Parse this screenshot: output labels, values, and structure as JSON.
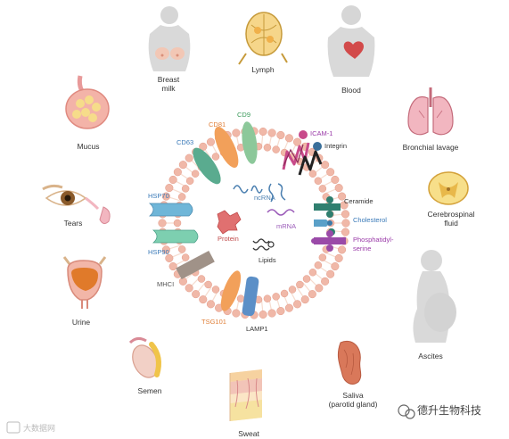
{
  "fluids": {
    "breast_milk_1": "Breast",
    "breast_milk_2": "milk",
    "lymph": "Lymph",
    "blood": "Blood",
    "mucus": "Mucus",
    "bronchial_lavage": "Bronchial lavage",
    "tears": "Tears",
    "cerebrospinal_1": "Cerebrospinal",
    "cerebrospinal_2": "fluid",
    "urine": "Urine",
    "ascites": "Ascites",
    "semen": "Semen",
    "sweat": "Sweat",
    "saliva_1": "Saliva",
    "saliva_2": "(parotid gland)"
  },
  "markers": {
    "cd63": "CD63",
    "cd81": "CD81",
    "cd9": "CD9",
    "icam1": "ICAM-1",
    "integrin": "Integrin",
    "hsp70": "HSP70",
    "hsp90": "HSP90",
    "mhci": "MHCI",
    "tsg101": "TSG101",
    "lamp1": "LAMP1",
    "ceramide": "Ceramide",
    "cholesterol": "Cholesterol",
    "phosphatidyl_1": "Phosphatidyl-",
    "phosphatidyl_2": "serine"
  },
  "cargo": {
    "ncrna": "ncRNA",
    "mrna": "mRNA",
    "protein": "Protein",
    "lipids": "Lipids"
  },
  "watermarks": {
    "bottom_left": "大数据网",
    "bottom_right": "德升生物科技"
  },
  "colors": {
    "membrane": "#f0b8a8",
    "body_silhouette": "#d8d8d8",
    "cd63": "#5aab8f",
    "cd81": "#f2a05a",
    "cd9": "#8cc89a",
    "hsp70": "#6fb6d8",
    "hsp90": "#7dcfb0",
    "mhci": "#a09288",
    "tsg101": "#f2a05a",
    "lamp1": "#5b8fc7",
    "icam1": "#c84a8a",
    "integrin": "#3a6f9a",
    "ceramide": "#2f7f6f",
    "cholesterol": "#5aa0c8",
    "phosphatidylserine": "#9a4aa8",
    "protein": "#e07070",
    "mrna": "#9a5ab8",
    "ncrna": "#4a7fb0",
    "label_blue": "#3a7ab8",
    "label_orange": "#e0803a",
    "label_green": "#3a9a5a",
    "label_purple": "#9a3aa8"
  }
}
